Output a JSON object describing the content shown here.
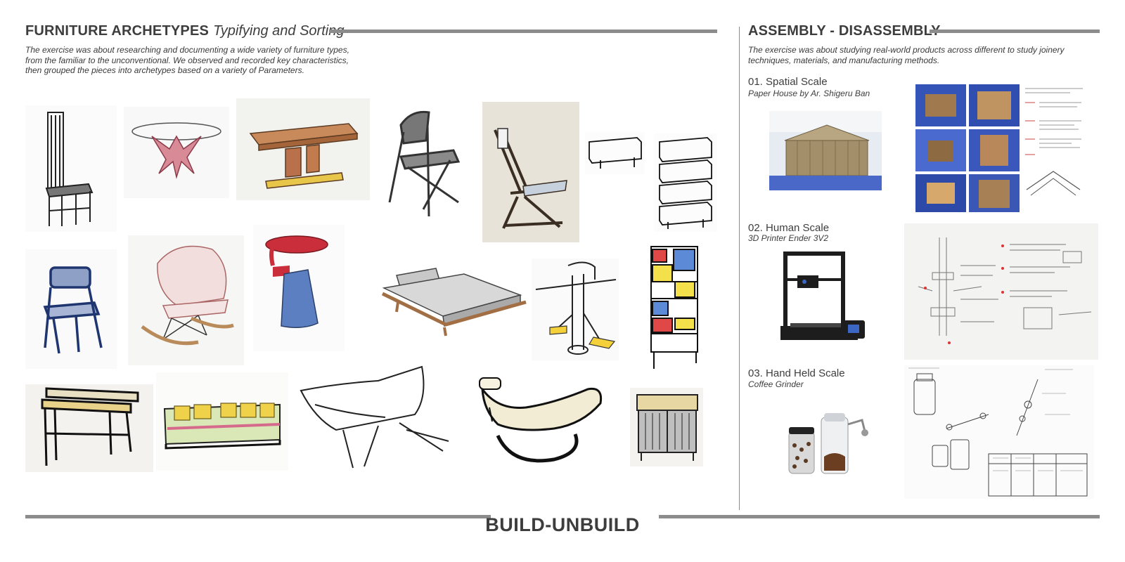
{
  "left_section": {
    "title_bold": "FURNITURE ARCHETYPES",
    "title_italic": "Typifying and Sorting",
    "description": "The exercise was about researching and documenting a wide variety of furniture types, from the familiar to the unconventional. We observed and recorded key characteristics, then grouped the pieces into archetypes based on a variety of Parameters."
  },
  "right_section": {
    "title": "ASSEMBLY - DISASSEMBLY",
    "description": "The exercise was about studying real-world products across different to study joinery techniques, materials, and manufacturing methods.",
    "scales": [
      {
        "title": "01. Spatial Scale",
        "subtitle": "Paper House by Ar. Shigeru Ban"
      },
      {
        "title": "02. Human Scale",
        "subtitle": "3D Printer Ender 3V2"
      },
      {
        "title": "03. Hand Held Scale",
        "subtitle": "Coffee Grinder"
      }
    ]
  },
  "footer": {
    "title": "BUILD-UNBUILD"
  },
  "colors": {
    "bar": "#8c8c8c",
    "text": "#3d3d3d"
  }
}
